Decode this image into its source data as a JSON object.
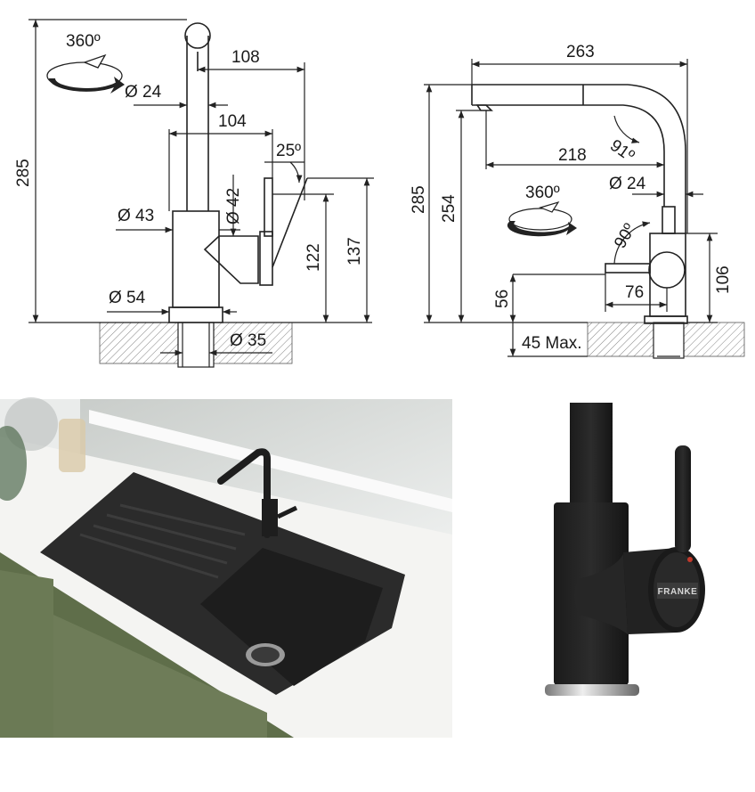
{
  "left_view": {
    "rotation": "360º",
    "height_total": "285",
    "reach": "108",
    "spout_diameter": "Ø 24",
    "handle_reach": "104",
    "handle_angle": "25º",
    "body_diameter": "Ø 43",
    "lever_diameter": "Ø 42",
    "height_handle": "122",
    "height_lever_top": "137",
    "base_diameter": "Ø 54",
    "hole_diameter": "Ø 35"
  },
  "right_view": {
    "total_reach": "263",
    "spout_angle": "91º",
    "inner_reach": "218",
    "spout_diameter": "Ø 24",
    "rotation": "360º",
    "height_total": "285",
    "height_outlet": "254",
    "lever_angle": "90º",
    "height_lever": "106",
    "lever_offset": "76",
    "base_height": "56",
    "max_thickness": "45 Max."
  },
  "product_photo": {
    "brand": "FRANKE"
  }
}
